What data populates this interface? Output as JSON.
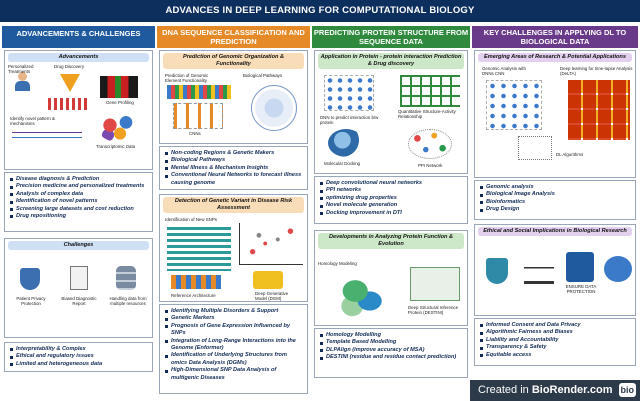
{
  "title": "ADVANCES IN DEEP LEARNING FOR COMPUTATIONAL BIOLOGY",
  "colors": {
    "title_bg": "#0d2f5e",
    "col1": "#1f5a9e",
    "col2": "#e68a28",
    "col3": "#2f8a3e",
    "col4": "#6a3a8a",
    "bullet_text": "#102a55"
  },
  "columns": [
    {
      "heading": "ADVANCEMENTS & CHALLENGES",
      "panel1": {
        "subtitle": "Advancements",
        "labels": [
          "Personalized Treatments",
          "Drug Discovery",
          "Gene Profiling",
          "Identify novel pattern & mechanisms",
          "Transcriptomic Data"
        ],
        "bullets": [
          "Disease diagnosis & Prediction",
          "Precision medicine and personalized treatments",
          "Analysis of complex data",
          "Identification of novel patterns",
          "Screening large datasets and cost reduction",
          "Drug repositioning"
        ]
      },
      "panel2": {
        "subtitle": "Challenges",
        "labels": [
          "Patient Privacy Protection",
          "Biased Diagnostic Report",
          "Handling data from multiple resources"
        ],
        "bullets": [
          "Interpretability & Complex",
          "Ethical and regulatory issues",
          "Limited and heterogeneous data"
        ]
      }
    },
    {
      "heading": "DNA SEQUENCE CLASSIFICATION AND PREDICTION",
      "panel1": {
        "subtitle": "Prediction of Genomic Organization & Functionality",
        "labels": [
          "Prediction of Genomic Element Functionality",
          "Biological Pathways",
          "CNNs"
        ],
        "bullets": [
          "Non-coding Regions & Genetic Makers",
          "Biological Pathways",
          "Mental Illness & Mechanism Insights",
          "Conventional Neural Networks to forecast illness causing genome"
        ]
      },
      "panel2": {
        "subtitle": "Detection of Genetic Variant in Disease Risk Assessment",
        "labels": [
          "Identification of New SNPs",
          "Reference Architecture",
          "Deep Generative Model (DGM)"
        ],
        "bullets": [
          "Identifying Multiple Disorders & Support",
          "Genetic Markers",
          "Prognosis of Gene Expression Influenced by SNPs",
          "Integration of Long-Range Interactions into the Genome (Enformer)",
          "Identification of Underlying Structures from omics Data Analysis (DGMs)",
          "High-Dimensional SNP Data Analysis of multigenic Diseases"
        ]
      }
    },
    {
      "heading": "PREDICTING PROTEIN STRUCTURE FROM SEQUENCE DATA",
      "panel1": {
        "subtitle": "Application in Protein - protein interaction Prediction & Drug discovery",
        "labels": [
          "DNN to predict interaction b/w protein",
          "Quantitative Structure-Activity Relationship",
          "Molecular Docking",
          "PPI Network"
        ],
        "bullets": [
          "Deep convolutional neural networks",
          "PPI networks",
          "optimizing drug properties",
          "Novel molecule generation",
          "Docking improvement in DTI"
        ]
      },
      "panel2": {
        "subtitle": "Developments in Analyzing Protein Function & Evolution",
        "labels": [
          "Homology Modeling",
          "Deep Structural Inference Protein (DESTINI)"
        ],
        "bullets": [
          "Homology Modelling",
          "Template Based Modelling",
          "DLPAlign (improve accuracy of MSA)",
          "DESTINI (residue and residue contact prediction)"
        ]
      }
    },
    {
      "heading": "KEY CHALLENGES IN APPLYING DL TO BIOLOGICAL DATA",
      "panel1": {
        "subtitle": "Emerging Areas of Research & Potential Applications",
        "labels": [
          "Genomic Analysis with DNNs CNN",
          "Deep learning for time-lapse Analysis (DeLTA)",
          "DL Algorithms"
        ],
        "bullets": [
          "Genomic analysis",
          "Biological Image Analysis",
          "Bioinformatics",
          "Drug Design"
        ]
      },
      "panel2": {
        "subtitle": "Ethical and Social Implications in Biological Research",
        "labels": [
          "ENSURE DATA PROTECTION"
        ],
        "bullets": [
          "Informed Consent and Data Privacy",
          "Algorithmic Fairness and Biases",
          "Liability and Accountability",
          "Transparency & Safety",
          "Equitable access"
        ]
      }
    }
  ],
  "watermark": {
    "prefix": "Created in ",
    "brand": "BioRender.com",
    "logo": "bio"
  }
}
